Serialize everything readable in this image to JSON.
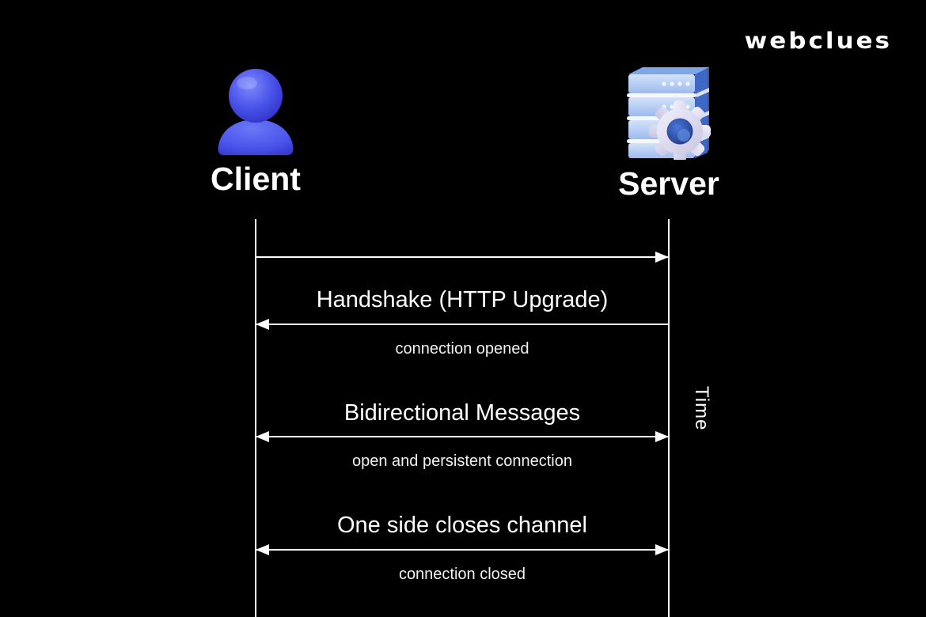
{
  "brand": {
    "logo_text": "webclues"
  },
  "actors": {
    "client": {
      "label": "Client",
      "icon": "person-icon"
    },
    "server": {
      "label": "Server",
      "icon": "server-gear-icon"
    }
  },
  "timeline": {
    "axis_label": "Time"
  },
  "sequence": [
    {
      "title": "Handshake (HTTP Upgrade)",
      "note": "connection opened",
      "request_arrow": "client-to-server",
      "response_arrow": "server-to-client"
    },
    {
      "title": "Bidirectional Messages",
      "note": "open and persistent connection",
      "arrow": "bidirectional"
    },
    {
      "title": "One side closes channel",
      "note": "connection closed",
      "arrow": "bidirectional"
    }
  ],
  "colors": {
    "background": "#000000",
    "lines_and_text": "#ffffff",
    "client_blue": "#4a54ec",
    "server_front_blue": "#b7cef2",
    "server_side_blue": "#3c63c2",
    "gear_lavender": "#e4e2f6"
  }
}
